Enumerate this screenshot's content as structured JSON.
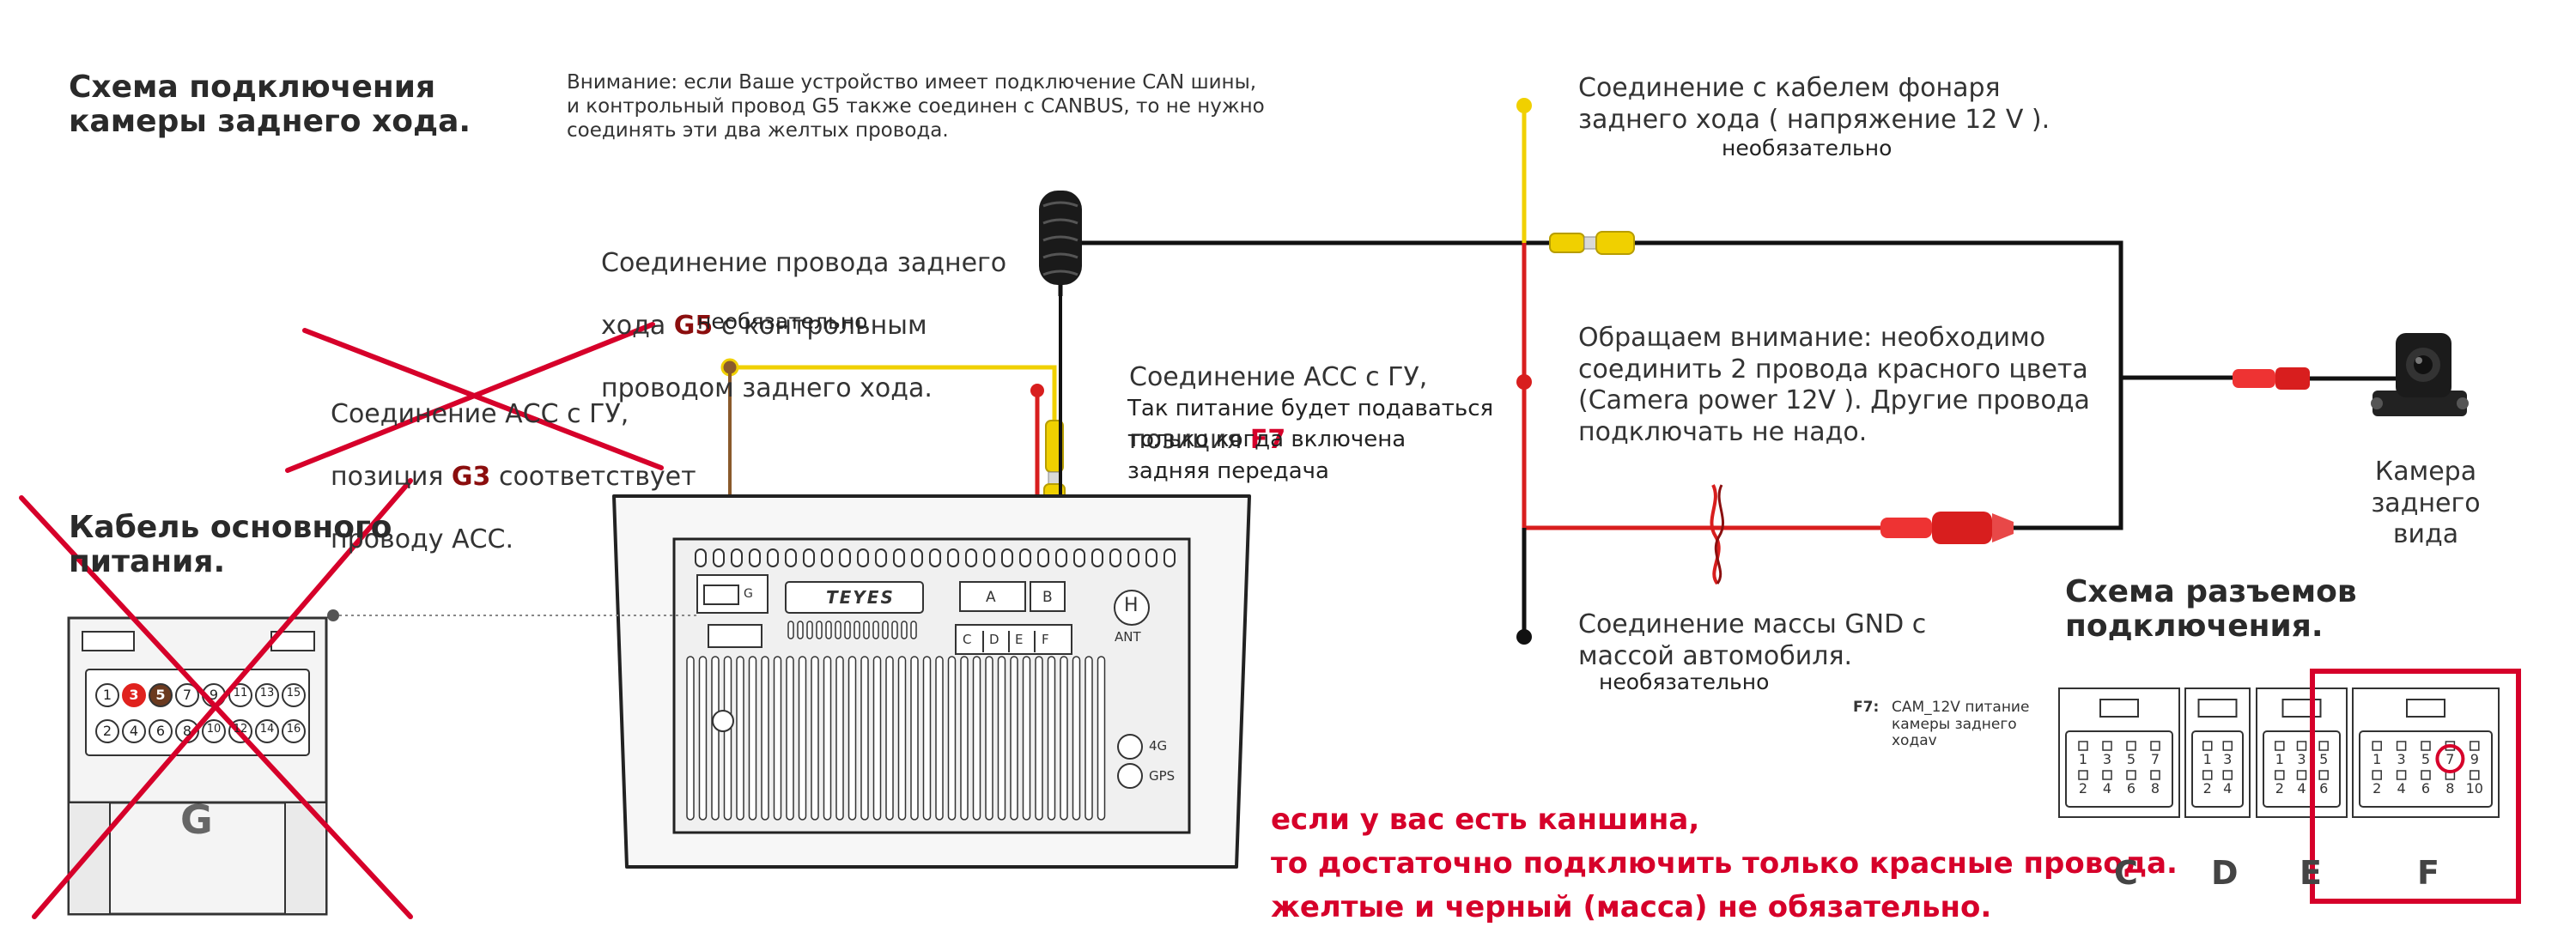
{
  "title_rear_camera": "Схема подключения\nкамеры заднего хода.",
  "attention_note": "Внимание: если Ваше устройство имеет подключение CAN шины,\nи контрольный провод G5 также соединен с CANBUS, то не нужно\nсоединять эти два желтых провода.",
  "reverse_wire": {
    "line1": "Соединение провода заднего",
    "line2_prefix": "хода ",
    "line2_highlight": "G5",
    "line2_suffix": " с контрольным",
    "line3": "проводом заднего хода.",
    "optional": "необязательно"
  },
  "acc_crossed": {
    "line1": "Соединение АСС с ГУ,",
    "line2_prefix": "позиция ",
    "line2_highlight": "G3",
    "line2_suffix": " соответствует",
    "line3": "проводу АСС."
  },
  "acc_f7": {
    "line1": "Соединение АСС с ГУ,",
    "line2_prefix": "позиция ",
    "line2_highlight": "F7",
    "note": "Так питание будет подаваться\nтолько когда включена\nзадняя передача"
  },
  "tail_light": {
    "text": "Соединение с кабелем фонаря\nзаднего хода ( напряжение 12 V ).",
    "optional": "необязательно"
  },
  "attention_red": "Обращаем внимание: необходимо\nсоединить 2 провода красного цвета\n (Camera power 12V ). Другие провода\nподключать не надо.",
  "gnd": {
    "text": "Соединение массы GND с\nмассой автомобиля.",
    "optional": "необязательно"
  },
  "camera_label": "Камера заднего\nвида",
  "main_cable": "Кабель основного\nпитания.",
  "connectors_title": "Схема разъемов\nподключения.",
  "f7_note_label": "F7:",
  "f7_note_text": "CAM_12V питание\nкамеры заднего\nходаv",
  "red_message": "если у вас есть каншина,\nто достаточно подключить только красные провода.\nжелтые и черный (масса) не обязательно.",
  "connector_letters": [
    "C",
    "D",
    "E",
    "F"
  ],
  "g_connector": {
    "letter": "G",
    "pins_top": [
      "1",
      "3",
      "5",
      "7",
      "9",
      "11",
      "13",
      "15"
    ],
    "pins_bottom": [
      "2",
      "4",
      "6",
      "8",
      "10",
      "12",
      "14",
      "16"
    ]
  },
  "head_unit": {
    "brand": "TEYES",
    "ant": "ANT",
    "h": "H",
    "label_4g": "4G",
    "label_gps": "GPS",
    "port_a": "A",
    "port_b": "B",
    "ports_cdef": [
      "C",
      "D",
      "E",
      "F"
    ],
    "port_g": "G"
  },
  "connector_pins": {
    "C": {
      "top": [
        "1",
        "3",
        "5",
        "7"
      ],
      "bottom": [
        "2",
        "4",
        "6",
        "8"
      ]
    },
    "D": {
      "top": [
        "1",
        "3"
      ],
      "bottom": [
        "2",
        "4"
      ]
    },
    "E": {
      "top": [
        "1",
        "3",
        "5"
      ],
      "bottom": [
        "2",
        "4",
        "6"
      ]
    },
    "F": {
      "top": [
        "1",
        "3",
        "5",
        "7",
        "9"
      ],
      "bottom": [
        "2",
        "4",
        "6",
        "8",
        "10"
      ]
    }
  },
  "colors": {
    "red_wire": "#d81e1e",
    "yellow_wire": "#f0d000",
    "black_wire": "#111111",
    "brown_wire": "#8a5a2b",
    "alert_red": "#d6002a",
    "highlight_dark_red": "#8b0e0e"
  }
}
